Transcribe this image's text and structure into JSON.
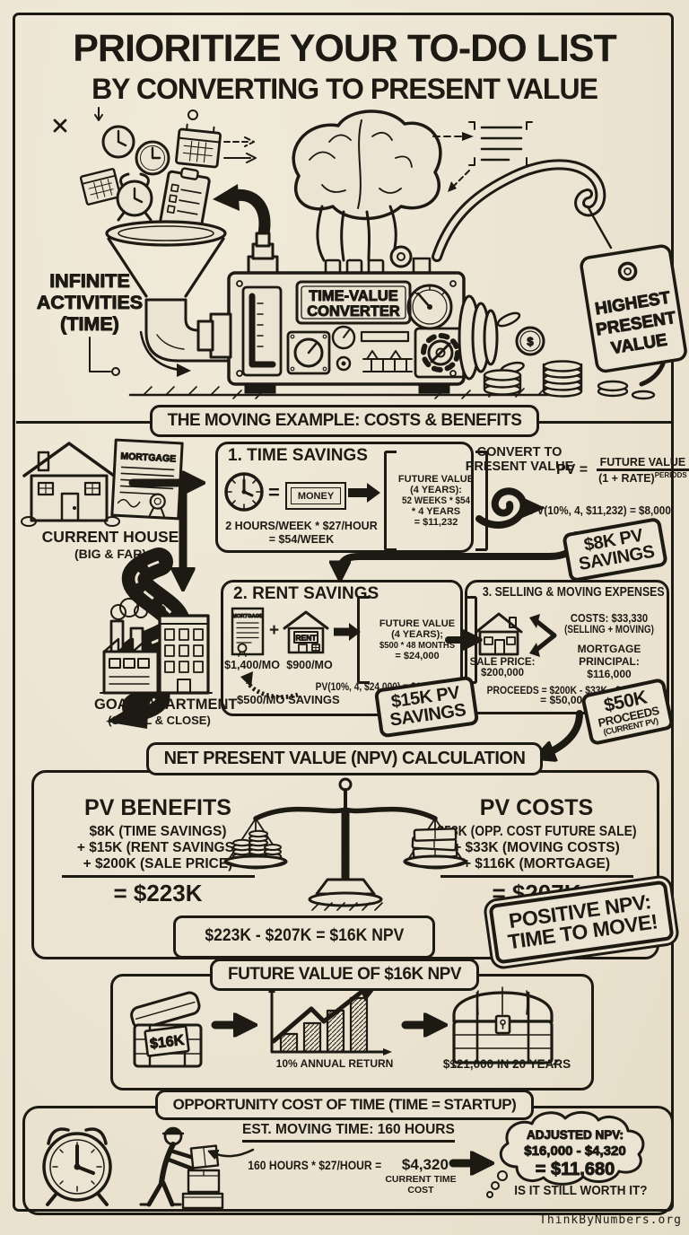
{
  "colors": {
    "paper": "#ece4d2",
    "ink": "#1d1a14"
  },
  "title": {
    "line1": "PRIORITIZE YOUR TO-DO LIST",
    "line2": "BY CONVERTING TO PRESENT VALUE"
  },
  "machine": {
    "funnel_label": [
      "INFINITE",
      "ACTIVITIES",
      "(TIME)"
    ],
    "plate": [
      "TIME-VALUE",
      "CONVERTER"
    ],
    "tag": [
      "HIGHEST",
      "PRESENT",
      "VALUE"
    ]
  },
  "moving": {
    "header": "THE MOVING EXAMPLE: COSTS & BENEFITS",
    "house": {
      "doc": "MORTGAGE",
      "cap1": "CURRENT HOUSE",
      "cap2": "(BIG & FAR)"
    },
    "goal": {
      "cap1": "GOAL: APARTMENT",
      "cap2": "(SMALL & CLOSE)"
    },
    "time": {
      "title": "1. TIME SAVINGS",
      "equals": "=",
      "money": "MONEY",
      "calc1": "2 HOURS/WEEK * $27/HOUR",
      "calc2": "= $54/WEEK",
      "fv": [
        "FUTURE VALUE",
        "(4 YEARS):",
        "52 WEEKS * $54",
        "* 4 YEARS",
        "= $11,232"
      ],
      "convert1": "CONVERT TO",
      "convert2": "PRESENT VALUE",
      "pv_lhs": "PV =",
      "pv_num": "FUTURE VALUE",
      "pv_den": "(1 + RATE)",
      "pv_exp": "PERIODS",
      "pv_calc": "PV(10%, 4, $11,232) = $8,000",
      "stamp1": "$8K PV",
      "stamp2": "SAVINGS"
    },
    "rent": {
      "title": "2. RENT SAVINGS",
      "doc": "MORTGAGE",
      "plus": "+",
      "rent": "RENT",
      "amt1": "$1,400/MO",
      "amt2": "$900/MO",
      "fv": [
        "FUTURE VALUE",
        "(4 YEARS);",
        "$500 * 48 MONTHS",
        "= $24,000"
      ],
      "pv_calc": "PV(10%, 4, $24,000) = $15,000",
      "note": "$500/MO SAVINGS",
      "stamp1": "$15K PV",
      "stamp2": "SAVINGS"
    },
    "sell": {
      "title": "3. SELLING & MOVING EXPENSES",
      "costs1": "COSTS: $33,330",
      "costs2": "(SELLING + MOVING)",
      "mort1": "MORTGAGE",
      "mort2": "PRINCIPAL:",
      "mort3": "$116,000",
      "sale1": "SALE PRICE:",
      "sale2": "$200,000",
      "proceeds1": "PROCEEDS = $200K - $33K - $116K",
      "proceeds2": "= $50,000",
      "stamp1": "$50K",
      "stamp2": "PROCEEDS",
      "stamp3": "(CURRENT PV)"
    }
  },
  "npv": {
    "header": "NET PRESENT VALUE (NPV) CALCULATION",
    "benefits": {
      "title": "PV BENEFITS",
      "lines": [
        "$8K (TIME SAVINGS)",
        "+ $15K (RENT SAVINGS)",
        "+ $200K (SALE PRICE)"
      ],
      "total": "= $223K"
    },
    "costs": {
      "title": "PV COSTS",
      "lines": [
        "$58K (OPP. COST FUTURE SALE)",
        "+ $33K (MOVING COSTS)",
        "+ $116K (MORTGAGE)"
      ],
      "total": "= $207K"
    },
    "equation": "$223K - $207K = $16K NPV",
    "stamp1": "POSITIVE NPV:",
    "stamp2": "TIME TO MOVE!"
  },
  "future": {
    "header": "FUTURE VALUE OF $16K NPV",
    "chest": "$16K",
    "return_label": "10% ANNUAL RETURN",
    "result": "$121,000 IN 20 YEARS"
  },
  "opp": {
    "header": "OPPORTUNITY COST OF TIME (TIME = STARTUP)",
    "est": "EST. MOVING TIME: 160 HOURS",
    "calc": "160 HOURS * $27/HOUR =",
    "amount": "$4,320",
    "note1": "CURRENT TIME",
    "note2": "COST",
    "cloud": [
      "ADJUSTED NPV:",
      "$16,000 - $4,320",
      "= $11,680"
    ],
    "question": "IS IT STILL WORTH IT?"
  },
  "footer": "ThinkByNumbers.org"
}
